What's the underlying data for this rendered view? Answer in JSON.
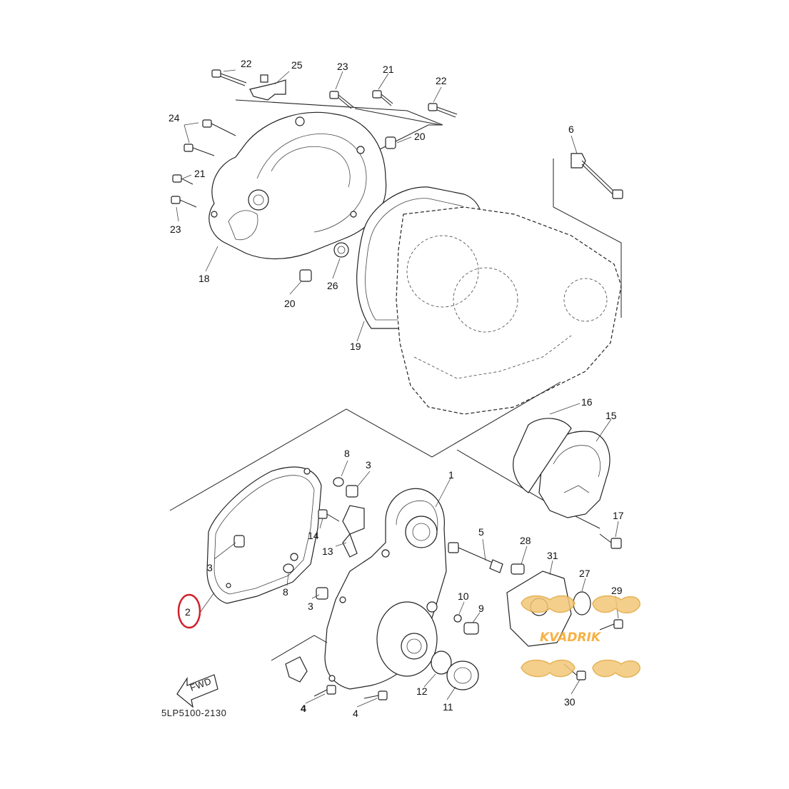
{
  "diagram_code": "5LP5100-2130",
  "fwd_label": "FWD",
  "watermark": {
    "brand": "KVADRIK",
    "color": "#f6a423"
  },
  "highlight": {
    "part": "2",
    "color": "#d0202a"
  },
  "callouts": {
    "c1": "1",
    "c2": "2",
    "c3a": "3",
    "c3b": "3",
    "c3c": "3",
    "c4a": "4",
    "c4b": "4",
    "c5": "5",
    "c6": "6",
    "c8a": "8",
    "c8b": "8",
    "c9": "9",
    "c10": "10",
    "c11": "11",
    "c12": "12",
    "c13": "13",
    "c14": "14",
    "c15": "15",
    "c16": "16",
    "c17": "17",
    "c18": "18",
    "c19": "19",
    "c20a": "20",
    "c20b": "20",
    "c21a": "21",
    "c21b": "21",
    "c22a": "22",
    "c22b": "22",
    "c23a": "23",
    "c23b": "23",
    "c24": "24",
    "c25": "25",
    "c26": "26",
    "c27": "27",
    "c28": "28",
    "c29": "29",
    "c30": "30",
    "c31": "31"
  }
}
